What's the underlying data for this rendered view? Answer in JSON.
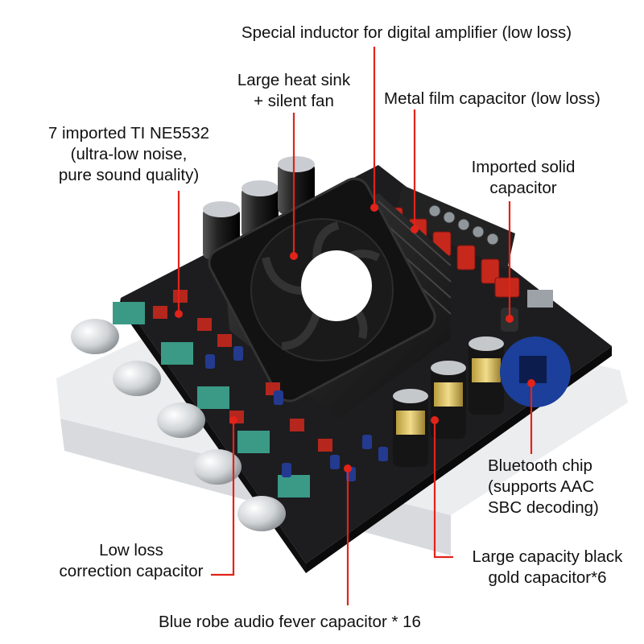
{
  "colors": {
    "callout_red": "#e2231a",
    "board_black": "#1b1b1b",
    "label_text": "#111111"
  },
  "photo": {
    "subject": "amplifier-board-photo",
    "features": [
      "fan-icon",
      "heat-sink",
      "knobs",
      "capacitors",
      "bluetooth-module"
    ]
  },
  "labels": {
    "inductor": "Special inductor for digital amplifier (low loss)",
    "heatsink": [
      "Large heat sink",
      "+ silent fan"
    ],
    "metal_film": "Metal film capacitor (low loss)",
    "ne5532": [
      "7 imported TI NE5532",
      "(ultra-low noise,",
      "pure sound quality)"
    ],
    "solid_cap": [
      "Imported solid",
      "capacitor"
    ],
    "bluetooth": [
      "Bluetooth chip",
      "(supports AAC",
      "SBC decoding)"
    ],
    "low_loss": [
      "Low loss",
      "correction capacitor"
    ],
    "black_gold": [
      "Large capacity black",
      "gold capacitor*6"
    ],
    "blue_robe": "Blue robe audio fever capacitor * 16"
  }
}
